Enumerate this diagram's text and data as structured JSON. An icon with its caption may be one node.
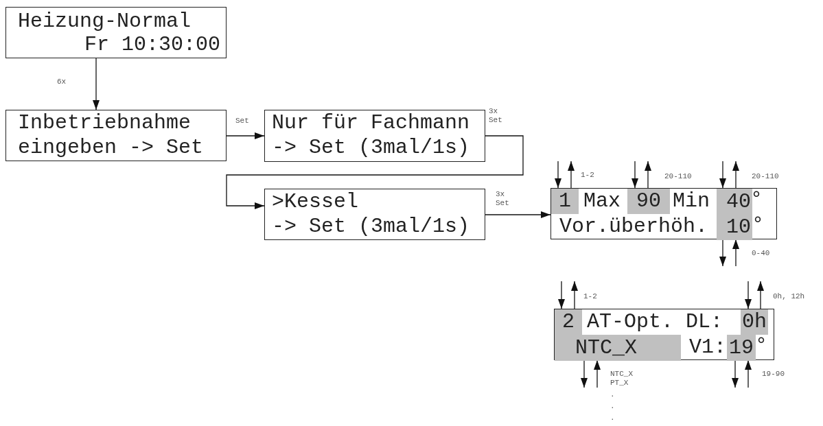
{
  "diagram": {
    "nodes": [
      {
        "text": [
          "Heizung-Normal",
          "Fr 10:30:00"
        ]
      },
      {
        "text": [
          "Inbetriebnahme",
          "eingeben -> Set"
        ]
      },
      {
        "text": [
          "Nur für Fachmann",
          "-> Set (3mal/1s)"
        ]
      },
      {
        "text": [
          ">Kessel",
          "-> Set (3mal/1s)"
        ]
      },
      {
        "text": [
          "Max",
          "Min",
          "°",
          "Vor.überhöh.",
          "°"
        ]
      },
      {
        "text": [
          "1"
        ],
        "in": 4,
        "beside": [
          "1-2"
        ]
      },
      {
        "text": [
          "90"
        ],
        "in": 4,
        "beside": [
          "20-110"
        ]
      },
      {
        "text": [
          "40"
        ],
        "in": 4,
        "beside": [
          "20-110"
        ]
      },
      {
        "text": [
          "10"
        ],
        "in": 4,
        "beside": [
          "0-40"
        ]
      },
      {
        "text": [
          "AT-Opt. DL:",
          "V1:",
          "°"
        ]
      },
      {
        "text": [
          "2"
        ],
        "in": 9,
        "beside": [
          "1-2"
        ]
      },
      {
        "text": [
          "0h"
        ],
        "in": 9,
        "beside": [
          "0h, 12h"
        ]
      },
      {
        "text": [
          "NTC_X"
        ],
        "in": 9,
        "beside": [
          "NTC_X",
          "PT_X",
          ".",
          ".",
          "."
        ]
      },
      {
        "text": [
          "19"
        ],
        "in": 9,
        "beside": [
          "19-90"
        ]
      }
    ],
    "edges": [
      {
        "from": 0,
        "to": 1,
        "arrow": "to",
        "label": "6x"
      },
      {
        "from": 1,
        "to": 2,
        "arrow": "to",
        "label": "Set"
      },
      {
        "from": 2,
        "to": 3,
        "arrow": "to",
        "label": "3x Set"
      },
      {
        "from": 3,
        "to": 4,
        "arrow": "to",
        "label": "3x Set"
      },
      {
        "from": null,
        "to": 5,
        "arrow": "to"
      },
      {
        "from": 5,
        "to": null,
        "arrow": "to"
      },
      {
        "from": null,
        "to": 6,
        "arrow": "to"
      },
      {
        "from": 6,
        "to": null,
        "arrow": "to"
      },
      {
        "from": null,
        "to": 7,
        "arrow": "to"
      },
      {
        "from": 7,
        "to": null,
        "arrow": "to"
      },
      {
        "from": 8,
        "to": null,
        "arrow": "to"
      },
      {
        "from": null,
        "to": 8,
        "arrow": "to"
      },
      {
        "from": null,
        "to": 10,
        "arrow": "to"
      },
      {
        "from": 10,
        "to": null,
        "arrow": "to"
      },
      {
        "from": null,
        "to": 11,
        "arrow": "to"
      },
      {
        "from": 11,
        "to": null,
        "arrow": "to"
      },
      {
        "from": 12,
        "to": null,
        "arrow": "to"
      },
      {
        "from": null,
        "to": 12,
        "arrow": "to"
      },
      {
        "from": 13,
        "to": null,
        "arrow": "to"
      },
      {
        "from": null,
        "to": 13,
        "arrow": "to"
      }
    ]
  }
}
